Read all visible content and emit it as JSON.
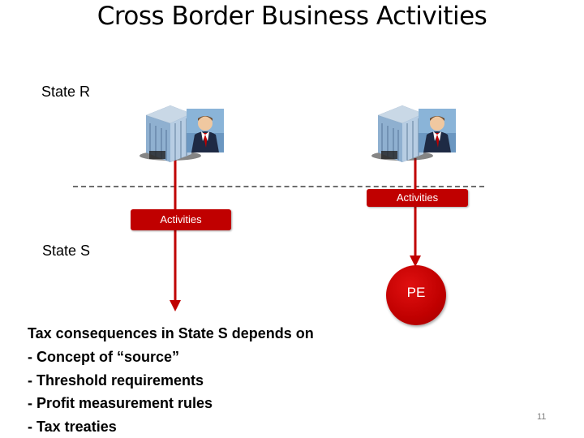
{
  "slide": {
    "title": "Cross Border Business Activities",
    "page_number": "11"
  },
  "states": {
    "r_label": "State R",
    "s_label": "State S"
  },
  "activities": {
    "left_label": "Activities",
    "right_label": "Activities"
  },
  "pe": {
    "label": "PE"
  },
  "notes": {
    "lines": [
      "Tax consequences in State S depends on",
      "- Concept of “source”",
      "- Threshold requirements",
      "- Profit measurement rules",
      "- Tax treaties"
    ]
  },
  "colors": {
    "accent": "#c00000",
    "border_line": "#6e6e6e",
    "text": "#000000"
  },
  "icons": {
    "left_building": "office-building-icon",
    "left_person": "businessman-icon",
    "right_building": "office-building-icon",
    "right_person": "businessman-icon"
  }
}
